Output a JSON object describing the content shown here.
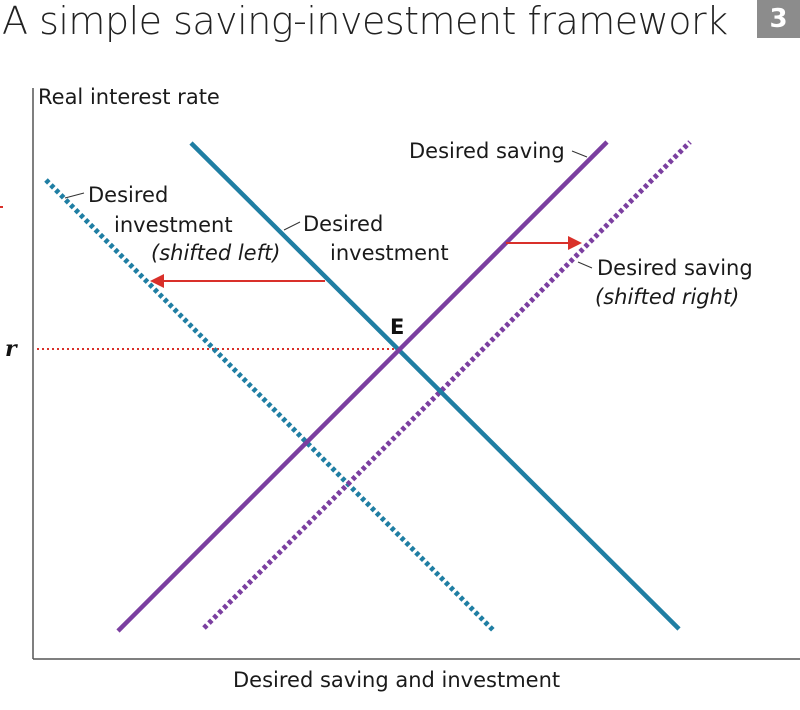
{
  "header": {
    "title": "A simple saving-investment framework",
    "figure_number": "3"
  },
  "axes": {
    "y_label": "Real interest rate",
    "x_label": "Desired saving and investment",
    "r_marker": "r",
    "equilibrium_label": "E"
  },
  "curves": {
    "desired_saving": {
      "label": "Desired saving",
      "color": "#7b3fa0"
    },
    "desired_saving_shifted": {
      "label_line1": "Desired saving",
      "label_line2": "(shifted right)",
      "color": "#7b3fa0"
    },
    "desired_investment": {
      "label_line1": "Desired",
      "label_line2": "investment",
      "color": "#1f7ea3"
    },
    "desired_investment_shifted": {
      "label_line1": "Desired",
      "label_line2": "investment",
      "label_line3": "(shifted left)",
      "color": "#1f7ea3"
    }
  },
  "colors": {
    "arrow": "#d9302a",
    "guide_line": "#d9302a",
    "axis": "#555555",
    "badge": "#8c8c8c"
  }
}
